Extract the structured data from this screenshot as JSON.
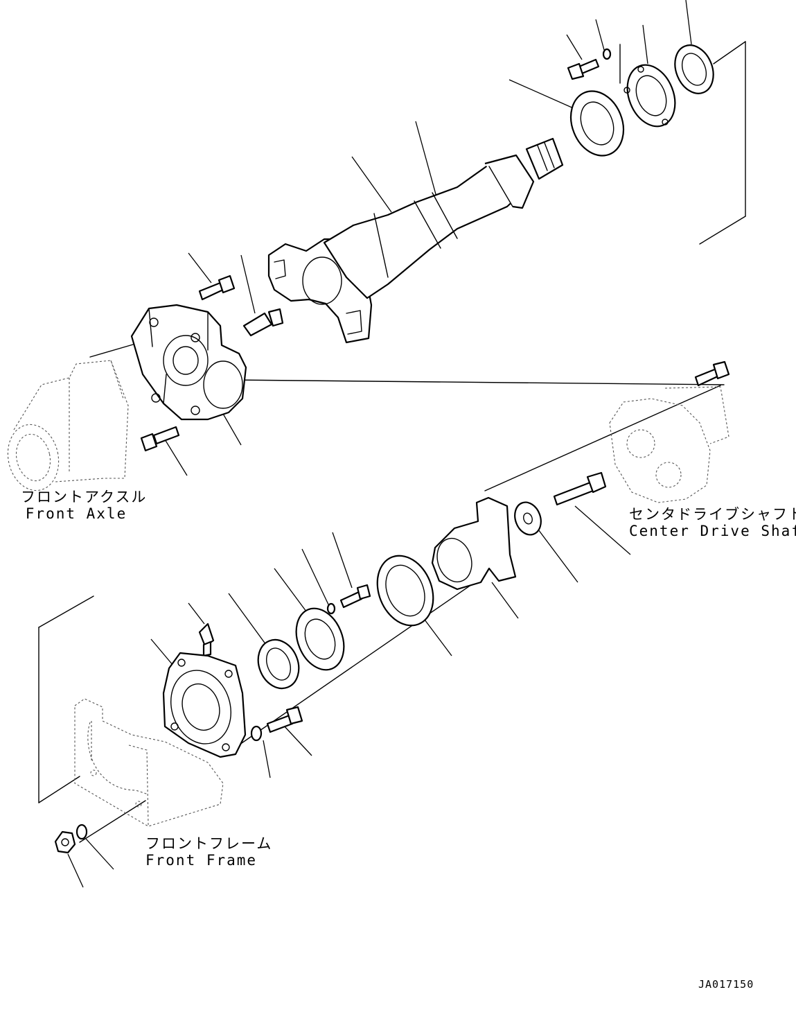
{
  "labels": {
    "front_axle": {
      "jp": "フロントアクスル",
      "en": "Front Axle"
    },
    "center_drive_shaft": {
      "jp": "センタドライブシャフト",
      "en": "Center Drive Shaft"
    },
    "front_frame": {
      "jp": "フロントフレーム",
      "en": "Front Frame"
    },
    "drawing_code": "JA017150"
  }
}
